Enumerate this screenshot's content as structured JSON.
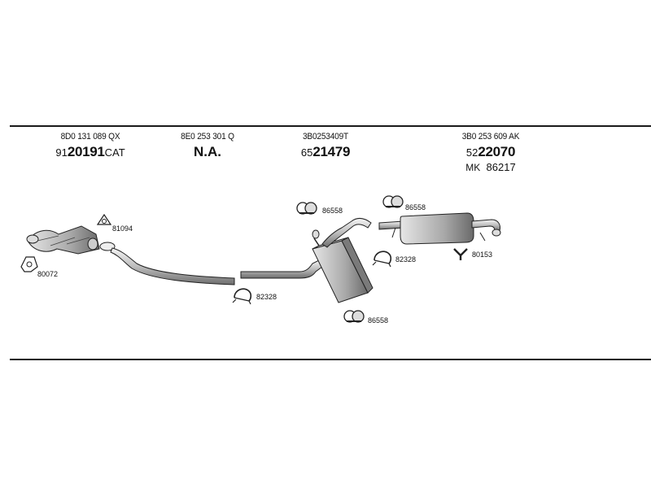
{
  "parts": [
    {
      "oe": "8D0 131 089 QX",
      "prefix": "91",
      "number": "20191",
      "suffix": "CAT"
    },
    {
      "oe": "8E0 253 301 Q",
      "number_text": "N.A."
    },
    {
      "oe": "3B0253409T",
      "prefix": "65",
      "number": "21479"
    },
    {
      "oe": "3B0 253 609 AK",
      "prefix": "52",
      "number": "22070",
      "extra_label": "MK",
      "extra_value": "86217"
    }
  ],
  "callouts": {
    "c81094": "81094",
    "c80072": "80072",
    "c82328a": "82328",
    "c86558a": "86558",
    "c86558b": "86558",
    "c86558c": "86558",
    "c82328b": "82328",
    "c80153": "80153"
  }
}
